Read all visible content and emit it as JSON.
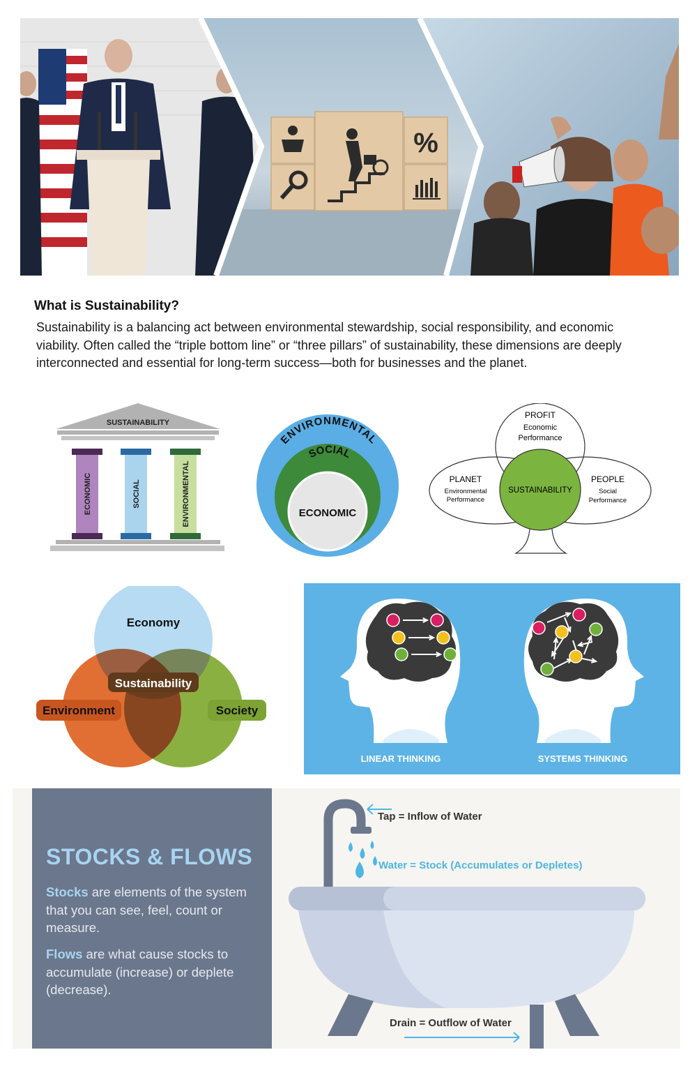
{
  "intro": {
    "title": "What is Sustainability?",
    "body": "Sustainability is a balancing act between environmental stewardship, social responsibility, and economic viability. Often called the “triple bottom line” or “three pillars” of sustainability, these dimensions are deeply interconnected and essential for long-term success—both for businesses and the planet."
  },
  "pillars": {
    "roof": "SUSTAINABILITY",
    "columns": [
      "ECONOMIC",
      "SOCIAL",
      "ENVIRONMENTAL"
    ],
    "colors": [
      "#b084bf",
      "#aad3ee",
      "#c6df9f"
    ],
    "cap_colors": [
      "#4c2a55",
      "#2a6aa3",
      "#2f6a38"
    ]
  },
  "nested": {
    "outer": "ENVIRONMENTAL",
    "middle": "SOCIAL",
    "inner": "ECONOMIC"
  },
  "tree": {
    "top_title": "PROFIT",
    "top_sub1": "Economic",
    "top_sub2": "Performance",
    "left_title": "PLANET",
    "left_sub1": "Environmental",
    "left_sub2": "Performance",
    "right_title": "PEOPLE",
    "right_sub1": "Social",
    "right_sub2": "Performance",
    "center": "SUSTAINABILITY"
  },
  "venn": {
    "top": "Economy",
    "left": "Environment",
    "right": "Society",
    "center": "Sustainability"
  },
  "thinking": {
    "left_label": "LINEAR THINKING",
    "right_label": "SYSTEMS THINKING"
  },
  "stocks_flows": {
    "title": "STOCKS & FLOWS",
    "stocks_term": "Stocks",
    "stocks_text": " are elements of the system that you can see, feel, count or measure.",
    "flows_term": "Flows",
    "flows_text": " are what cause stocks to accumulate (increase) or deplete (decrease).",
    "tap_label": "Tap = Inflow of Water",
    "water_label": "Water = Stock (Accumulates or Depletes)",
    "drain_label": "Drain = Outflow of Water"
  }
}
